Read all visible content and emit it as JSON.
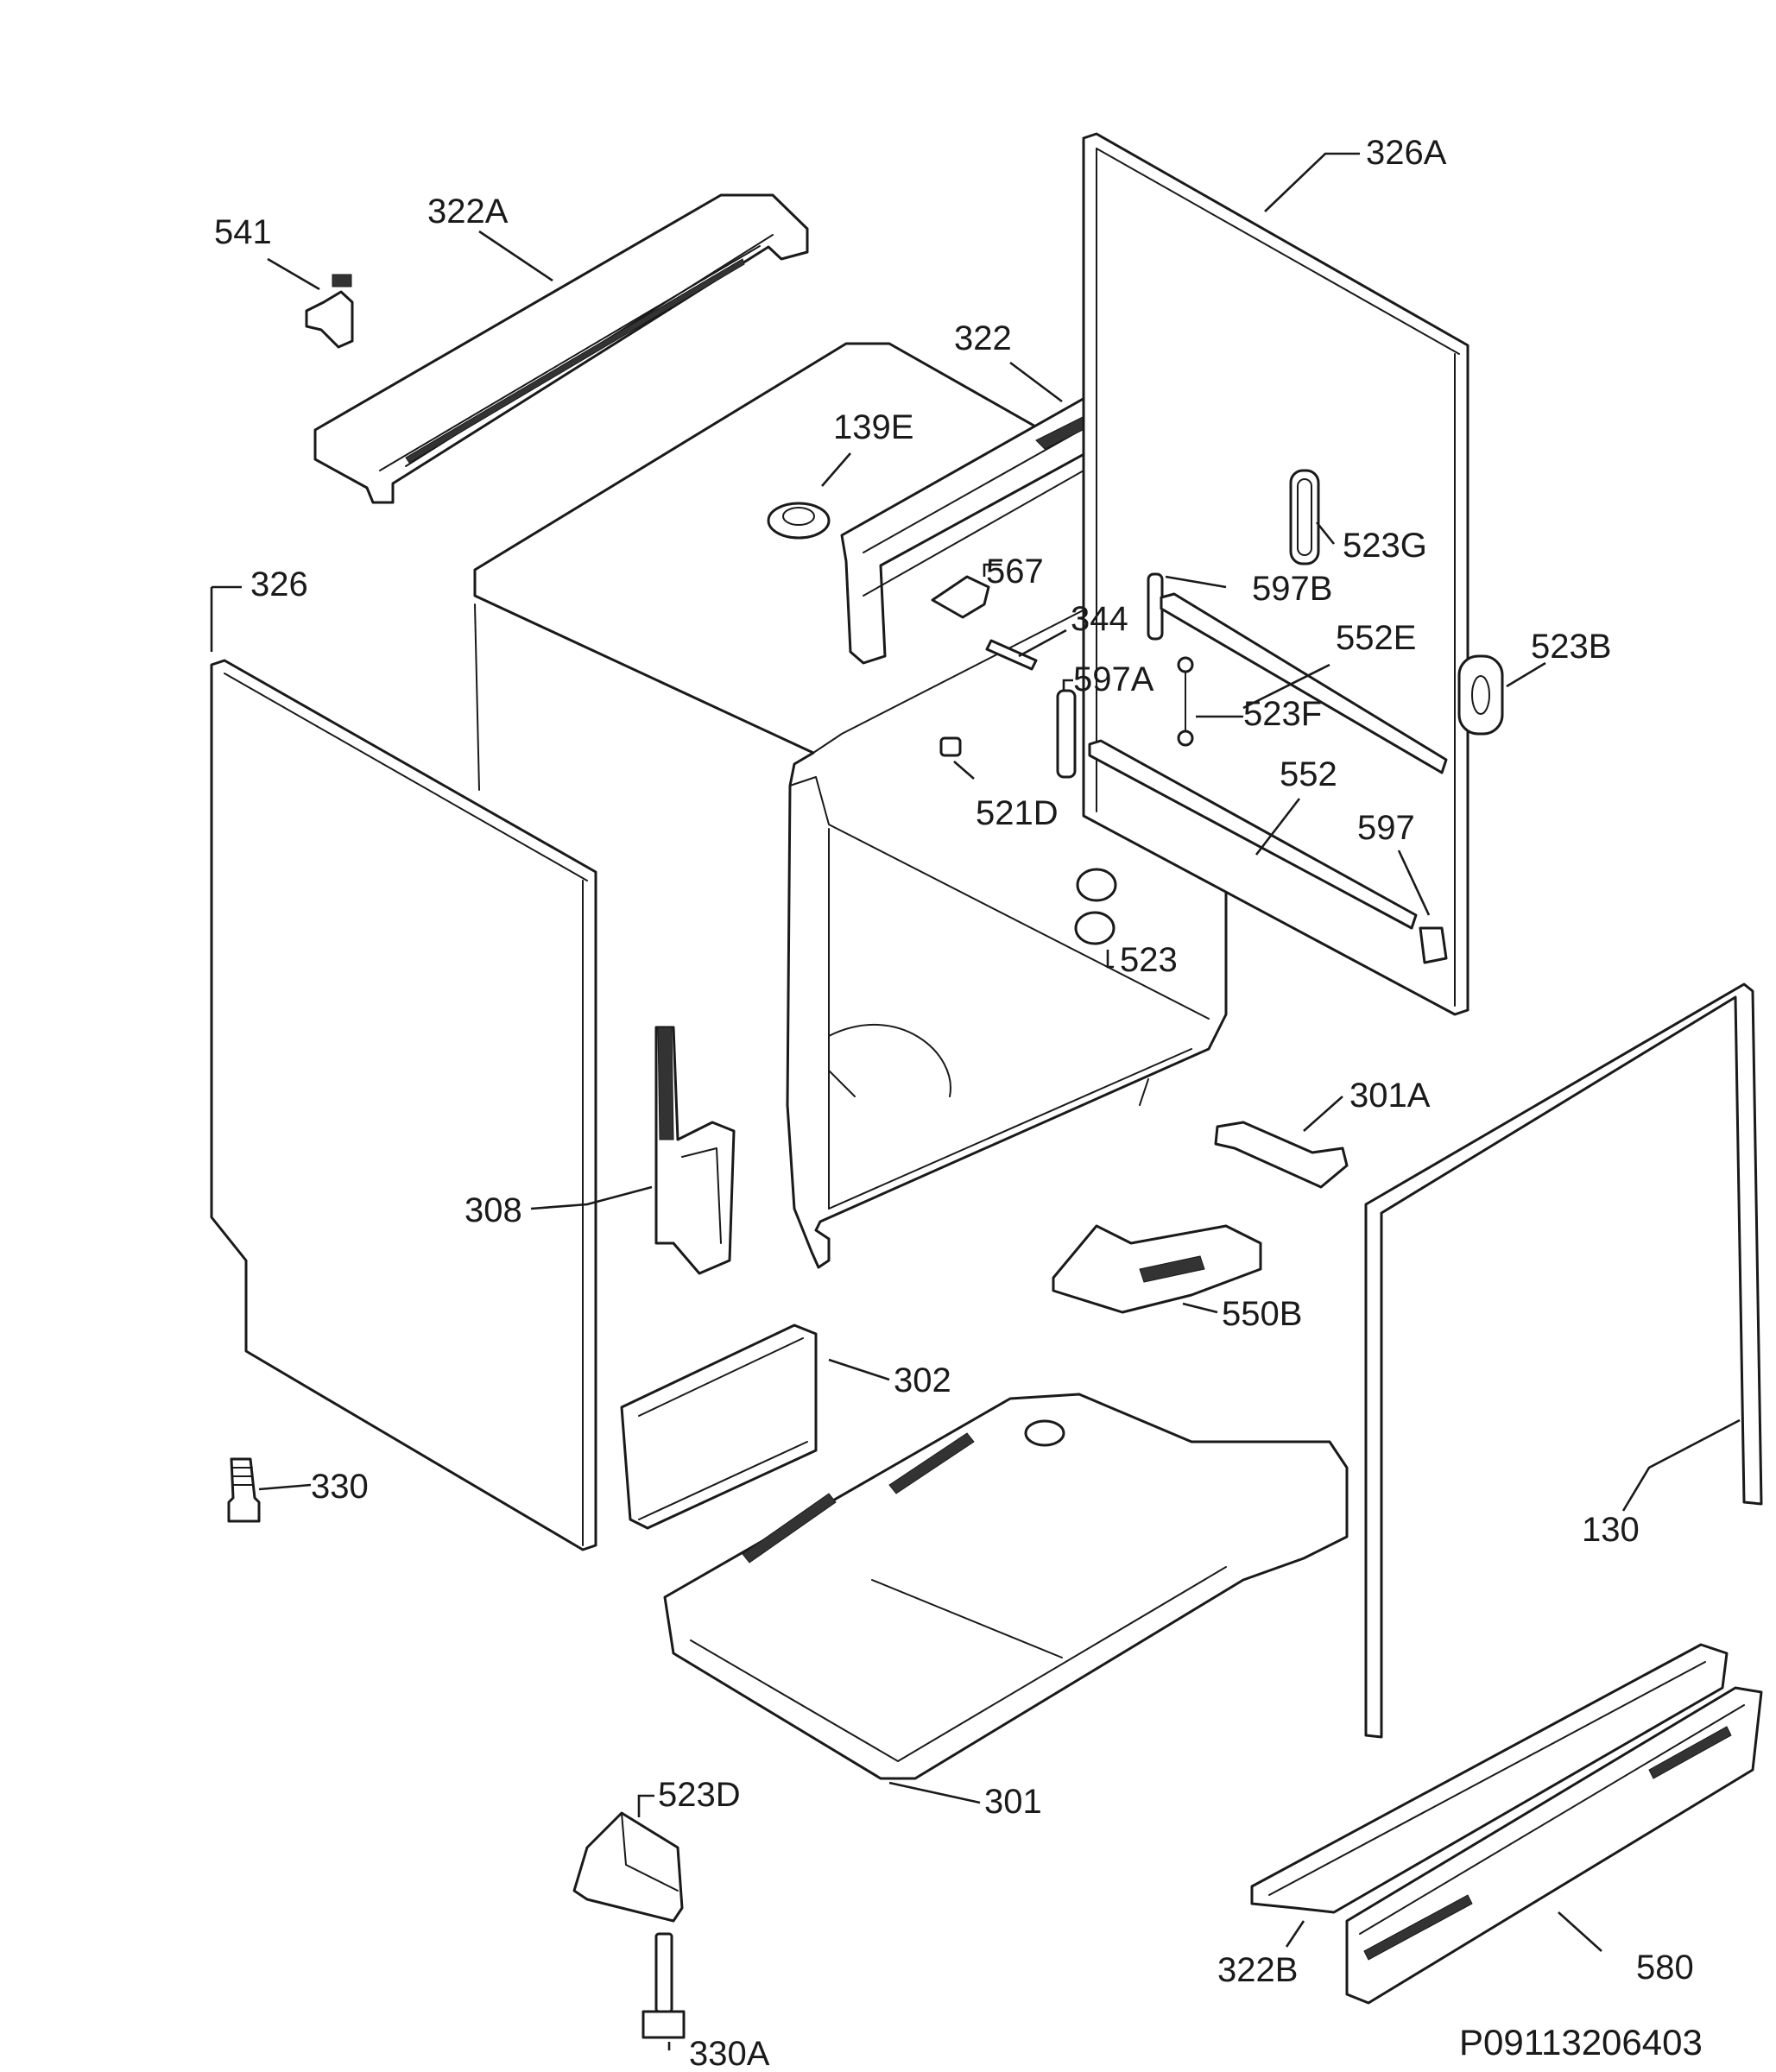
{
  "drawing_code": "P09113206403",
  "parts": [
    {
      "id": "p541",
      "label": "541"
    },
    {
      "id": "p322A",
      "label": "322A"
    },
    {
      "id": "p322",
      "label": "322"
    },
    {
      "id": "p326A",
      "label": "326A"
    },
    {
      "id": "p139E",
      "label": "139E"
    },
    {
      "id": "p523G",
      "label": "523G"
    },
    {
      "id": "p567",
      "label": "567"
    },
    {
      "id": "p597B",
      "label": "597B"
    },
    {
      "id": "p344",
      "label": "344"
    },
    {
      "id": "p552E",
      "label": "552E"
    },
    {
      "id": "p523B",
      "label": "523B"
    },
    {
      "id": "p597A",
      "label": "597A"
    },
    {
      "id": "p523F",
      "label": "523F"
    },
    {
      "id": "p326",
      "label": "326"
    },
    {
      "id": "p552",
      "label": "552"
    },
    {
      "id": "p521D",
      "label": "521D"
    },
    {
      "id": "p597",
      "label": "597"
    },
    {
      "id": "p523",
      "label": "523"
    },
    {
      "id": "p301A",
      "label": "301A"
    },
    {
      "id": "p308",
      "label": "308"
    },
    {
      "id": "p550B",
      "label": "550B"
    },
    {
      "id": "p302",
      "label": "302"
    },
    {
      "id": "p330",
      "label": "330"
    },
    {
      "id": "p130",
      "label": "130"
    },
    {
      "id": "p301",
      "label": "301"
    },
    {
      "id": "p523D",
      "label": "523D"
    },
    {
      "id": "p322B",
      "label": "322B"
    },
    {
      "id": "p580",
      "label": "580"
    },
    {
      "id": "p330A",
      "label": "330A"
    }
  ]
}
